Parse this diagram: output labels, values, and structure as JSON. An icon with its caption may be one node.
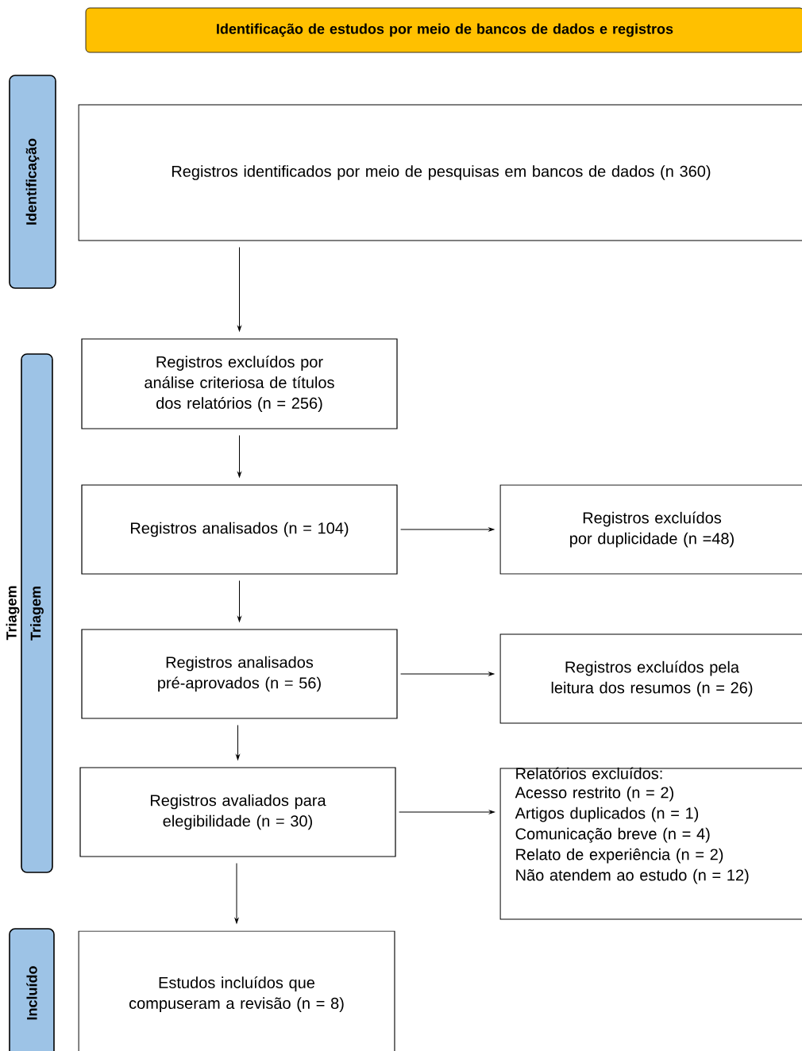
{
  "diagram": {
    "nodes": [
      {
        "text": [
          "Identificação de estudos por meio de bancos de dados e registros"
        ]
      },
      {
        "text": [
          "Identificação"
        ]
      },
      {
        "text": [
          "Triagem"
        ]
      },
      {
        "text": [
          "Incluído"
        ]
      },
      {
        "text": [
          "Registros identificados por meio de pesquisas em bancos de dados (n 360)"
        ]
      },
      {
        "text": [
          "Registros excluídos por análise criteriosa de títulos dos relatórios (n = 256)"
        ]
      },
      {
        "text": [
          "Registros analisados (n = 104)"
        ]
      },
      {
        "text": [
          "Registros excluídos por duplicidade (n =48)"
        ]
      },
      {
        "text": [
          "Registros analisados pré-aprovados (n = 56)"
        ]
      },
      {
        "text": [
          "Registros excluídos pela leitura dos resumos (n = 26)"
        ]
      },
      {
        "text": [
          "Registros avaliados para elegibilidade (n = 30)"
        ]
      },
      {
        "text": [
          "Relatórios excluídos:",
          "Acesso restrito (n = 2)",
          "Artigos duplicados (n = 1)",
          "Comunicação breve (n = 4)",
          "Relato de experiência (n = 2)",
          "Não atendem ao estudo (n = 12)"
        ]
      },
      {
        "text": [
          "Estudos incluídos que compuseram a revisão (n = 8)"
        ]
      }
    ],
    "edges": [
      {
        "from": 4,
        "to": 5,
        "arrow": "to"
      },
      {
        "from": 5,
        "to": 6,
        "arrow": "to"
      },
      {
        "from": 6,
        "to": 7,
        "arrow": "to"
      },
      {
        "from": 6,
        "to": 8,
        "arrow": "to"
      },
      {
        "from": 8,
        "to": 9,
        "arrow": "to"
      },
      {
        "from": 8,
        "to": 10,
        "arrow": "to"
      },
      {
        "from": 10,
        "to": 11,
        "arrow": "to"
      },
      {
        "from": 10,
        "to": 12,
        "arrow": "to"
      }
    ],
    "labels": [
      "Triagem"
    ]
  }
}
